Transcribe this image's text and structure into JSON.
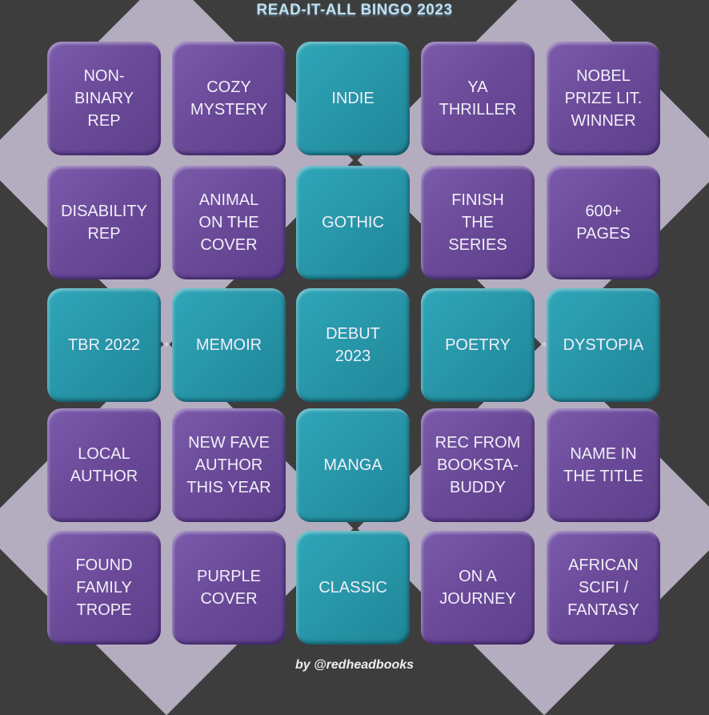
{
  "title": "READ-IT-ALL BINGO 2023",
  "credit": "by @redheadbooks",
  "colors": {
    "purple": "#6a4a98",
    "teal": "#2796a8",
    "background": "#3d3d3d"
  },
  "grid": [
    [
      {
        "label": "NON-\nBINARY\nREP",
        "color": "purple"
      },
      {
        "label": "COZY\nMYSTERY",
        "color": "purple"
      },
      {
        "label": "INDIE",
        "color": "teal"
      },
      {
        "label": "YA\nTHRILLER",
        "color": "purple"
      },
      {
        "label": "NOBEL\nPRIZE LIT.\nWINNER",
        "color": "purple"
      }
    ],
    [
      {
        "label": "DISABILITY\nREP",
        "color": "purple"
      },
      {
        "label": "ANIMAL\nON THE\nCOVER",
        "color": "purple"
      },
      {
        "label": "GOTHIC",
        "color": "teal"
      },
      {
        "label": "FINISH\nTHE\nSERIES",
        "color": "purple"
      },
      {
        "label": "600+\nPAGES",
        "color": "purple"
      }
    ],
    [
      {
        "label": "TBR 2022",
        "color": "teal"
      },
      {
        "label": "MEMOIR",
        "color": "teal"
      },
      {
        "label": "DEBUT\n2023",
        "color": "teal"
      },
      {
        "label": "POETRY",
        "color": "teal"
      },
      {
        "label": "DYSTOPIA",
        "color": "teal"
      }
    ],
    [
      {
        "label": "LOCAL\nAUTHOR",
        "color": "purple"
      },
      {
        "label": "NEW FAVE\nAUTHOR\nTHIS YEAR",
        "color": "purple"
      },
      {
        "label": "MANGA",
        "color": "teal"
      },
      {
        "label": "REC FROM\nBOOKSTA-\nBUDDY",
        "color": "purple"
      },
      {
        "label": "NAME IN\nTHE TITLE",
        "color": "purple"
      }
    ],
    [
      {
        "label": "FOUND\nFAMILY\nTROPE",
        "color": "purple"
      },
      {
        "label": "PURPLE\nCOVER",
        "color": "purple"
      },
      {
        "label": "CLASSIC",
        "color": "teal"
      },
      {
        "label": "ON A\nJOURNEY",
        "color": "purple"
      },
      {
        "label": "AFRICAN\nSCIFI /\nFANTASY",
        "color": "purple"
      }
    ]
  ]
}
